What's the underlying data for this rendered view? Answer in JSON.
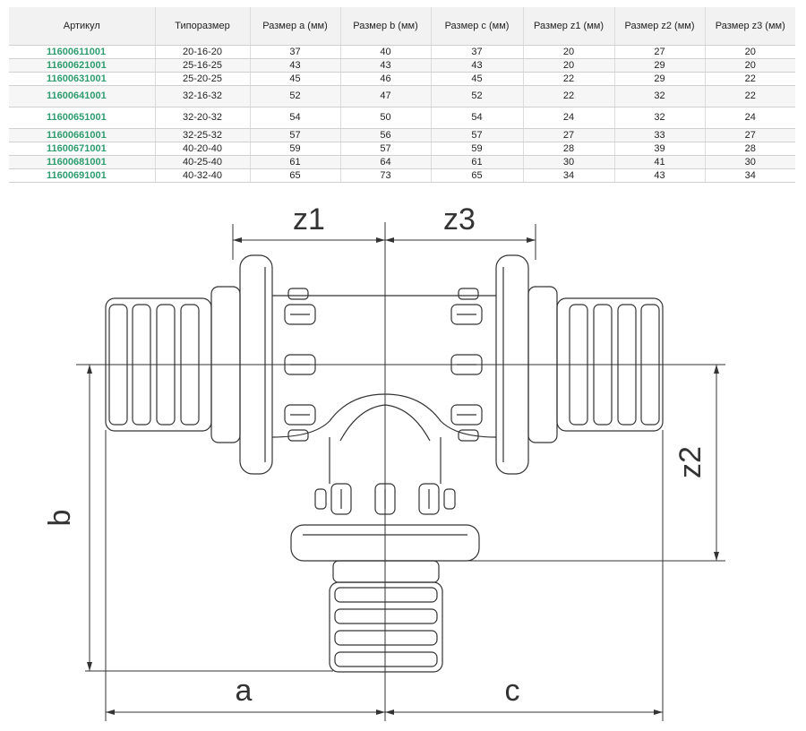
{
  "table": {
    "headers": [
      "Артикул",
      "Типоразмер",
      "Размер a (мм)",
      "Размер b (мм)",
      "Размер c (мм)",
      "Размер z1 (мм)",
      "Размер z2 (мм)",
      "Размер z3 (мм)"
    ],
    "rows": [
      [
        "11600611001",
        "20-16-20",
        "37",
        "40",
        "37",
        "20",
        "27",
        "20"
      ],
      [
        "11600621001",
        "25-16-25",
        "43",
        "43",
        "43",
        "20",
        "29",
        "20"
      ],
      [
        "11600631001",
        "25-20-25",
        "45",
        "46",
        "45",
        "22",
        "29",
        "22"
      ],
      [
        "11600641001",
        "32-16-32",
        "52",
        "47",
        "52",
        "22",
        "32",
        "22"
      ],
      [
        "11600651001",
        "32-20-32",
        "54",
        "50",
        "54",
        "24",
        "32",
        "24"
      ],
      [
        "11600661001",
        "32-25-32",
        "57",
        "56",
        "57",
        "27",
        "33",
        "27"
      ],
      [
        "11600671001",
        "40-20-40",
        "59",
        "57",
        "59",
        "28",
        "39",
        "28"
      ],
      [
        "11600681001",
        "40-25-40",
        "61",
        "64",
        "61",
        "30",
        "41",
        "30"
      ],
      [
        "11600691001",
        "40-32-40",
        "65",
        "73",
        "65",
        "34",
        "43",
        "34"
      ]
    ],
    "article_color": "#2e9c6e"
  },
  "drawing": {
    "labels": {
      "z1": "z1",
      "z3": "z3",
      "z2": "z2",
      "a": "a",
      "b": "b",
      "c": "c"
    }
  }
}
